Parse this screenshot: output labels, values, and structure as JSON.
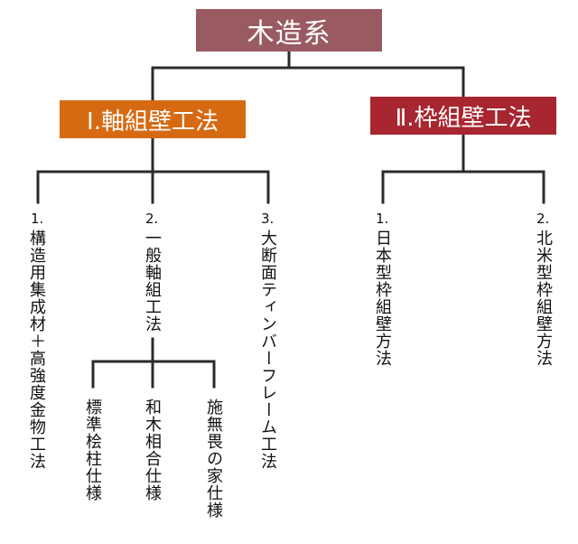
{
  "colors": {
    "root": "#9a5a62",
    "branch1": "#d66a12",
    "branch2": "#a8262f",
    "line": "#2b2b2b"
  },
  "root": {
    "label": "木造系"
  },
  "branch1": {
    "label": "Ⅰ.軸組壁工法",
    "children": [
      {
        "num": "1.",
        "label": "構造用集成材＋高強度金物工法"
      },
      {
        "num": "2.",
        "label": "一般軸組工法",
        "children": [
          {
            "label": "標準桧柱仕様"
          },
          {
            "label": "和木相合仕様"
          },
          {
            "label": "施無畏の家仕様"
          }
        ]
      },
      {
        "num": "3.",
        "label": "大断面ティンバーフレーム工法"
      }
    ]
  },
  "branch2": {
    "label": "Ⅱ.枠組壁工法",
    "children": [
      {
        "num": "1.",
        "label": "日本型枠組壁方法"
      },
      {
        "num": "2.",
        "label": "北米型枠組壁方法"
      }
    ]
  }
}
